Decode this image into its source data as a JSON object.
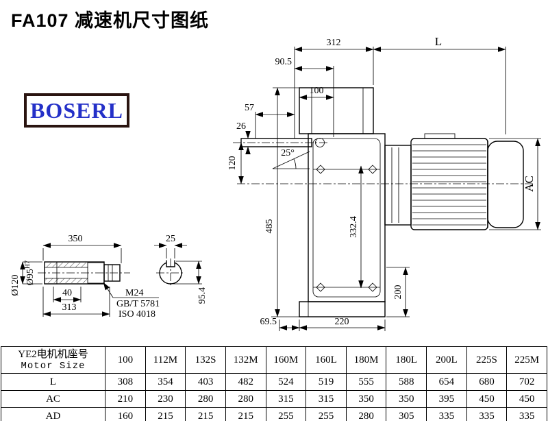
{
  "page": {
    "title": "FA107 减速机尺寸图纸",
    "brand": "BOSERL"
  },
  "drawing": {
    "main": {
      "d312": "312",
      "dL": "L",
      "d90_5": "90.5",
      "d100": "100",
      "d57": "57",
      "d26": "26",
      "d120": "120",
      "angle": "25°",
      "d485": "485",
      "d332_4": "332.4",
      "dAC": "AC",
      "d200": "200",
      "d69_5": "69.5",
      "d220": "220"
    },
    "shaft": {
      "d350": "350",
      "d25": "25",
      "d40": "40",
      "d313": "313",
      "dia120": "Ø120",
      "dia95": "Ø95",
      "dia95_tol": "H7",
      "thread": "M24",
      "std1": "GB/T 5781",
      "std2": "ISO 4018",
      "d95_4": "95.4"
    }
  },
  "table": {
    "header_cn": "YE2电机机座号",
    "header_en": "Motor Size",
    "columns": [
      "100",
      "112M",
      "132S",
      "132M",
      "160M",
      "160L",
      "180M",
      "180L",
      "200L",
      "225S",
      "225M"
    ],
    "rows": [
      {
        "label": "L",
        "values": [
          "308",
          "354",
          "403",
          "482",
          "524",
          "519",
          "555",
          "588",
          "654",
          "680",
          "702"
        ]
      },
      {
        "label": "AC",
        "values": [
          "210",
          "230",
          "280",
          "280",
          "315",
          "315",
          "350",
          "350",
          "395",
          "450",
          "450"
        ]
      },
      {
        "label": "AD",
        "values": [
          "160",
          "215",
          "215",
          "215",
          "255",
          "255",
          "280",
          "305",
          "335",
          "335",
          "335"
        ]
      }
    ]
  }
}
